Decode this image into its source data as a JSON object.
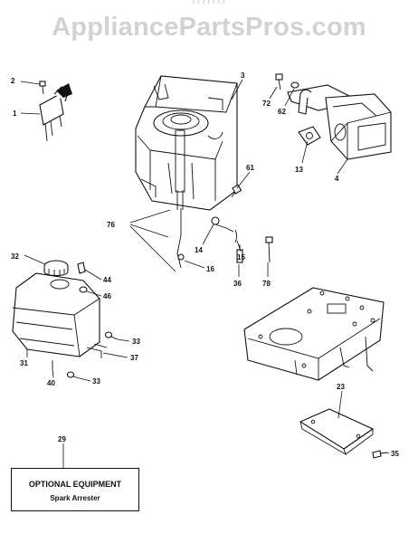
{
  "watermark": "AppliancePartsPros.com",
  "header_fragment": "/ / / / / / /",
  "callouts": {
    "c1": "1",
    "c2": "2",
    "c3": "3",
    "c4": "4",
    "c13": "13",
    "c14": "14",
    "c15": "15",
    "c16": "16",
    "c23": "23",
    "c29": "29",
    "c31": "31",
    "c32": "32",
    "c33a": "33",
    "c33b": "33",
    "c35": "35",
    "c36": "36",
    "c37": "37",
    "c40": "40",
    "c44": "44",
    "c46": "46",
    "c61": "61",
    "c62": "62",
    "c72": "72",
    "c76": "76",
    "c78": "78"
  },
  "optional_box": {
    "title": "OPTIONAL EQUIPMENT",
    "subtitle": "Spark Arrester"
  }
}
